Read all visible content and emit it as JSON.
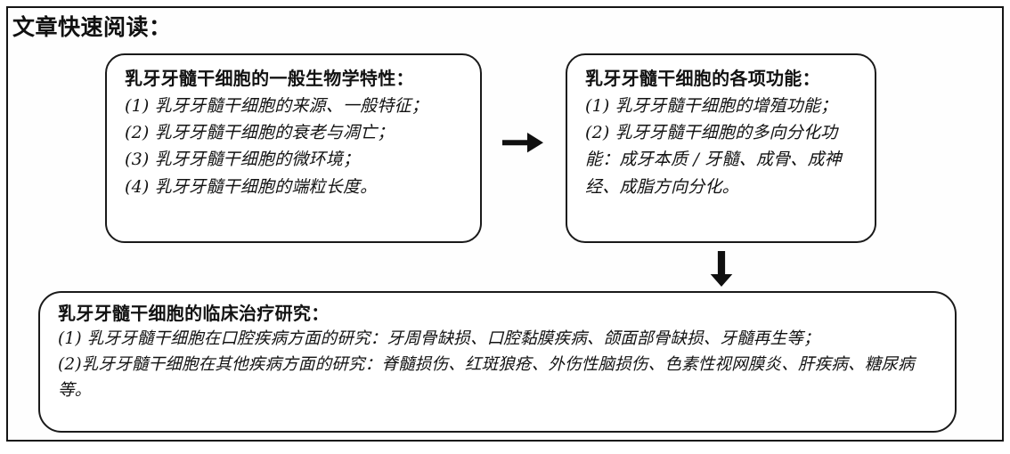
{
  "title": "文章快速阅读：",
  "boxes": {
    "biology": {
      "heading": "乳牙牙髓干细胞的一般生物学特性：",
      "lines": [
        "(1) 乳牙牙髓干细胞的来源、一般特征；",
        "(2) 乳牙牙髓干细胞的衰老与凋亡；",
        "(3) 乳牙牙髓干细胞的微环境；",
        "(4) 乳牙牙髓干细胞的端粒长度。"
      ]
    },
    "function": {
      "heading": "乳牙牙髓干细胞的各项功能：",
      "lines": [
        "(1) 乳牙牙髓干细胞的增殖功能；",
        "(2) 乳牙牙髓干细胞的多向分化功能：成牙本质 / 牙髓、成骨、成神经、成脂方向分化。"
      ]
    },
    "clinical": {
      "heading": "乳牙牙髓干细胞的临床治疗研究：",
      "lines": [
        "(1) 乳牙牙髓干细胞在口腔疾病方面的研究：牙周骨缺损、口腔黏膜疾病、颌面部骨缺损、牙髓再生等；",
        "(2)乳牙牙髓干细胞在其他疾病方面的研究：脊髓损伤、红斑狼疮、外伤性脑损伤、色素性视网膜炎、肝疾病、糖尿病等。"
      ]
    }
  },
  "arrows": {
    "right": "arrow-right",
    "down": "arrow-down"
  },
  "colors": {
    "ink": "#121212",
    "border": "#1a1a1a",
    "background": "#ffffff"
  }
}
